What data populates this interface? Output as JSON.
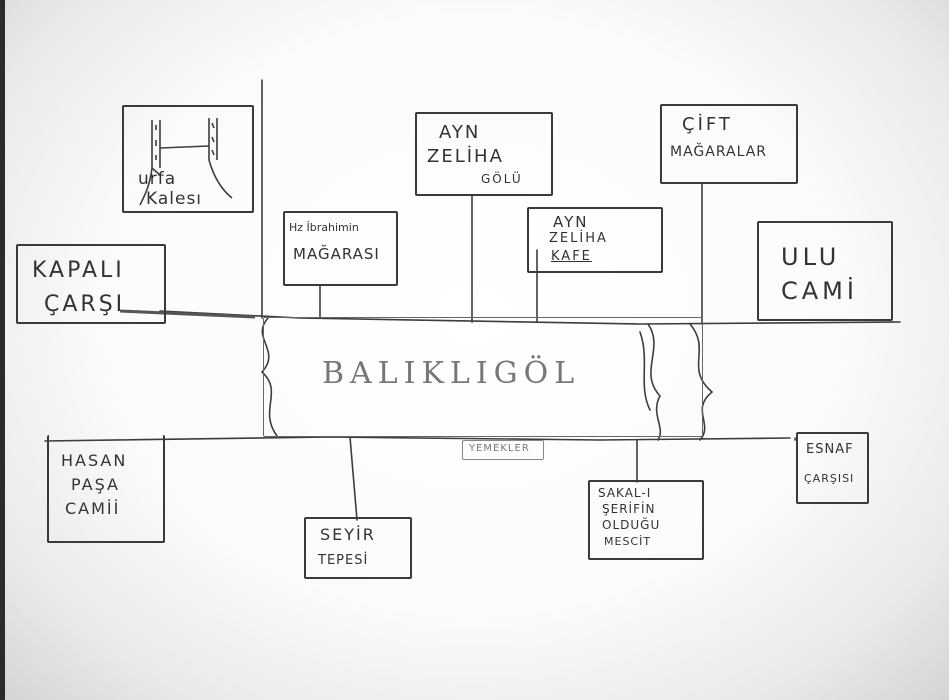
{
  "center": {
    "label": "BALIKLIGÖL"
  },
  "restaurant": {
    "label": "YEMEKLER"
  },
  "places": {
    "urfa_kalesi": {
      "line1": "urfa",
      "line2": "Kalesı"
    },
    "ayn_zeliha_golu": {
      "line1": "AYN",
      "line2": "ZELİHA",
      "line3": "GÖLÜ"
    },
    "cift_magaralar": {
      "line1": "ÇİFT",
      "line2": "MAĞARALAR"
    },
    "hz_ibrahim_magarasi": {
      "line1": "Hz İbrahimin",
      "line2": "MAĞARASI"
    },
    "ayn_zeliha_kafe": {
      "line1": "AYN",
      "line2": "ZELİHA",
      "line3": "KAFE"
    },
    "ulu_cami": {
      "line1": "ULU",
      "line2": "CAMİ"
    },
    "kapali_carsi": {
      "line1": "KAPALI",
      "line2": "ÇARŞI"
    },
    "hasan_pasa_camii": {
      "line1": "HASAN",
      "line2": "PAŞA",
      "line3": "CAMİİ"
    },
    "seyir_tepesi": {
      "line1": "SEYİR",
      "line2": "TEPESİ"
    },
    "sakal_i_serif": {
      "line1": "SAKAL-I",
      "line2": "ŞERİFİN",
      "line3": "OLDUĞU",
      "line4": "MESCİT"
    },
    "esnaf_carsisi": {
      "line1": "ESNAF",
      "line2": "ÇARŞISI"
    }
  }
}
